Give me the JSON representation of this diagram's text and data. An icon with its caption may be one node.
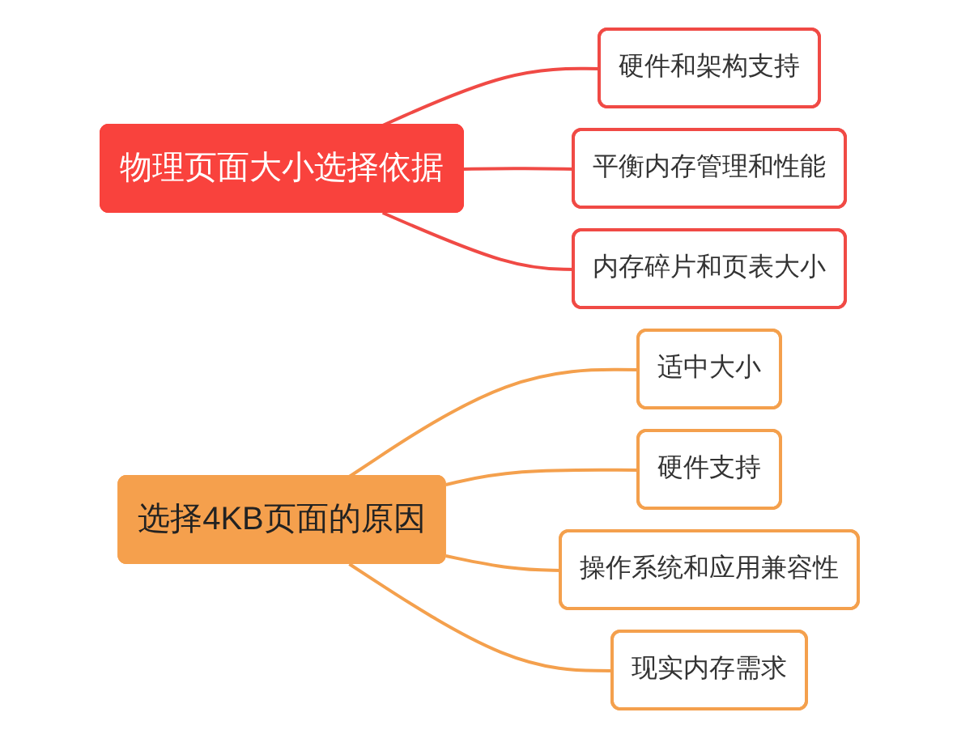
{
  "diagram": {
    "nodes": [
      {
        "text": [
          "物理页面大小选择依据"
        ]
      },
      {
        "text": [
          "硬件和架构支持"
        ]
      },
      {
        "text": [
          "平衡内存管理和性能"
        ]
      },
      {
        "text": [
          "内存碎片和页表大小"
        ]
      },
      {
        "text": [
          "选择4KB页面的原因"
        ]
      },
      {
        "text": [
          "适中大小"
        ]
      },
      {
        "text": [
          "硬件支持"
        ]
      },
      {
        "text": [
          "操作系统和应用兼容性"
        ]
      },
      {
        "text": [
          "现实内存需求"
        ]
      }
    ],
    "edges": [
      {
        "from": 0,
        "to": 1,
        "arrow": "none",
        "color": "#f04a45"
      },
      {
        "from": 0,
        "to": 2,
        "arrow": "none",
        "color": "#f04a45"
      },
      {
        "from": 0,
        "to": 3,
        "arrow": "none",
        "color": "#f04a45"
      },
      {
        "from": 4,
        "to": 5,
        "arrow": "none"
      },
      {
        "from": 4,
        "to": 6,
        "arrow": "none"
      },
      {
        "from": 4,
        "to": 7,
        "arrow": "none"
      },
      {
        "from": 4,
        "to": 8,
        "arrow": "none"
      }
    ]
  }
}
